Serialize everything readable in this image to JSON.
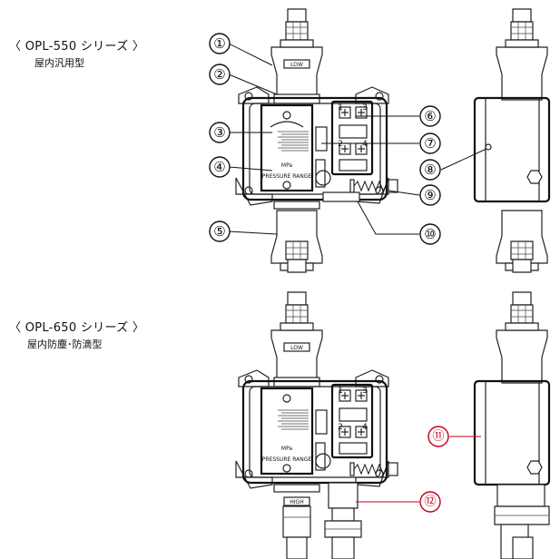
{
  "series": [
    {
      "title": "〈 OPL-550 シリーズ 〉",
      "subtitle": "屋内汎用型"
    },
    {
      "title": "〈 OPL-650 シリーズ 〉",
      "subtitle": "屋内防塵･防滴型"
    }
  ],
  "labels": {
    "low": "LOW",
    "high": "HIGH",
    "unit": "MPa",
    "pressure_range": "PRESSURE RANGE",
    "terminal_1": "1",
    "terminal_2": "2",
    "terminal_3": "3",
    "terminal_4": "4"
  },
  "callouts_top": [
    "①",
    "②",
    "③",
    "④",
    "⑤",
    "⑥",
    "⑦",
    "⑧",
    "⑨",
    "⑩"
  ],
  "callouts_bottom": [
    "⑪",
    "⑫"
  ],
  "colors": {
    "line": "#222222",
    "accent_red": "#c0001a"
  }
}
